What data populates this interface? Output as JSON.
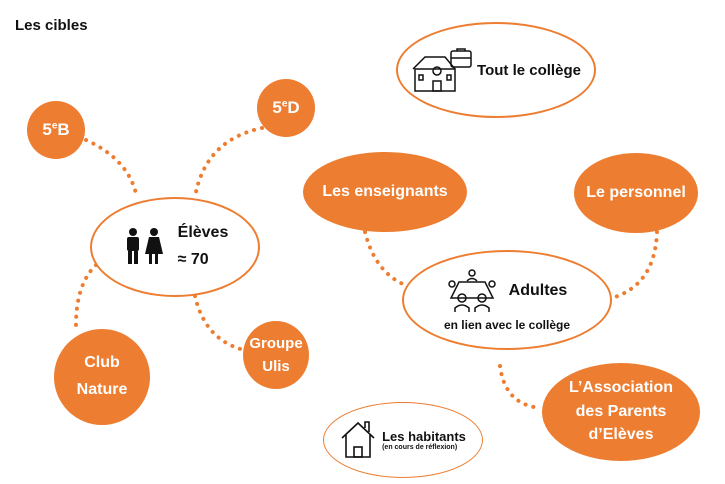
{
  "title": "Les cibles",
  "colors": {
    "accent": "#ED7D31"
  },
  "nodes": {
    "b5": {
      "label": "5",
      "sup": "e",
      "rest": "B"
    },
    "d5": {
      "label": "5",
      "sup": "e",
      "rest": "D"
    },
    "eleves": {
      "label": "Élèves",
      "count": "≈ 70",
      "icon": "students-icon"
    },
    "club": {
      "line1": "Club",
      "line2": "Nature"
    },
    "ulis": {
      "line1": "Groupe",
      "line2": "Ulis"
    },
    "college": {
      "label": "Tout le collège",
      "icon": "school-building-icon"
    },
    "enseignants": {
      "label": "Les enseignants"
    },
    "personnel": {
      "label": "Le personnel"
    },
    "adultes": {
      "label": "Adultes",
      "sub": "en lien avec le collège",
      "icon": "meeting-table-icon"
    },
    "ape": {
      "line1": "L’Association",
      "line2": "des Parents",
      "line3": "d’Elèves"
    },
    "habitants": {
      "label": "Les habitants",
      "sub": "(en cours de réflexion)",
      "icon": "house-icon"
    }
  }
}
